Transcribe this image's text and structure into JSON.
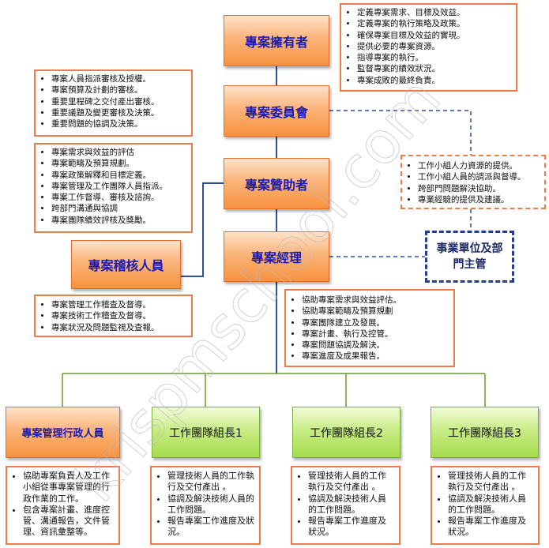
{
  "roles": {
    "owner": "專案擁有者",
    "committee": "專案委員會",
    "sponsor": "專案贊助者",
    "auditor": "專案稽核人員",
    "pm": "專案經理",
    "business_unit": "事業單位及部門主管",
    "admin": "專案管理行政人員",
    "team_lead_1": "工作團隊組長1",
    "team_lead_2": "工作團隊組長2",
    "team_lead_3": "工作團隊組長3"
  },
  "lists": {
    "owner": [
      "定義專案需求、目標及效益。",
      "定義專案的執行策略及政策。",
      "確保專案目標及效益的實現。",
      "提供必要的專案資源。",
      "指導專案的執行。",
      "監督專案的績效狀況。",
      "專案成敗的最終負責。"
    ],
    "committee": [
      "專案人員指派審核及授權。",
      "專案預算及計劃的審核。",
      "重要里程碑之交付產出審核。",
      "重要議題及變更審核及決策。",
      "重要問題的協調及決策。"
    ],
    "sponsor": [
      "專案需求與效益的評估",
      "專案範疇及預算規劃。",
      "專案政策解釋和目標定義。",
      "專案管理及工作團隊人員指派。",
      "專案工作督導、審核及諮詢。",
      "跨部門溝通與協調",
      "專案團隊績效評核及獎勵。"
    ],
    "business_unit": [
      "工作小組人力資源的提供。",
      "工作小組人員的調派與督導。",
      "跨部門問題解決協助。",
      "專業經驗的提供及建議。"
    ],
    "auditor": [
      "專案管理工作稽查及督導。",
      "專案技術工作稽查及督導。",
      "專案狀況及問題監視及查報。"
    ],
    "pm": [
      "協助專案需求與效益評估。",
      "協助專案範疇及預算規劃",
      "專案團隊建立及發展。",
      "專案計畫、執行及控管。",
      "專案問題協調及解決。",
      "專案進度及成果報告。"
    ],
    "admin": [
      "協助專案負責人及工作小組從事專案管理的行政作業的工作。",
      "包含專案計畫、進度控管、溝通報告，文件管理、資訊彙整等。"
    ],
    "team_lead": [
      "管理技術人員的工作執行及交付產出 。",
      "協調及解決技術人員的工作問題。",
      "報告專案工作進度及狀況。"
    ]
  },
  "watermark": "krispmschool.com",
  "colors": {
    "line_blue": "#2f4f9a",
    "line_green": "#6a9a2a",
    "border_orange": "#f07a4a"
  }
}
